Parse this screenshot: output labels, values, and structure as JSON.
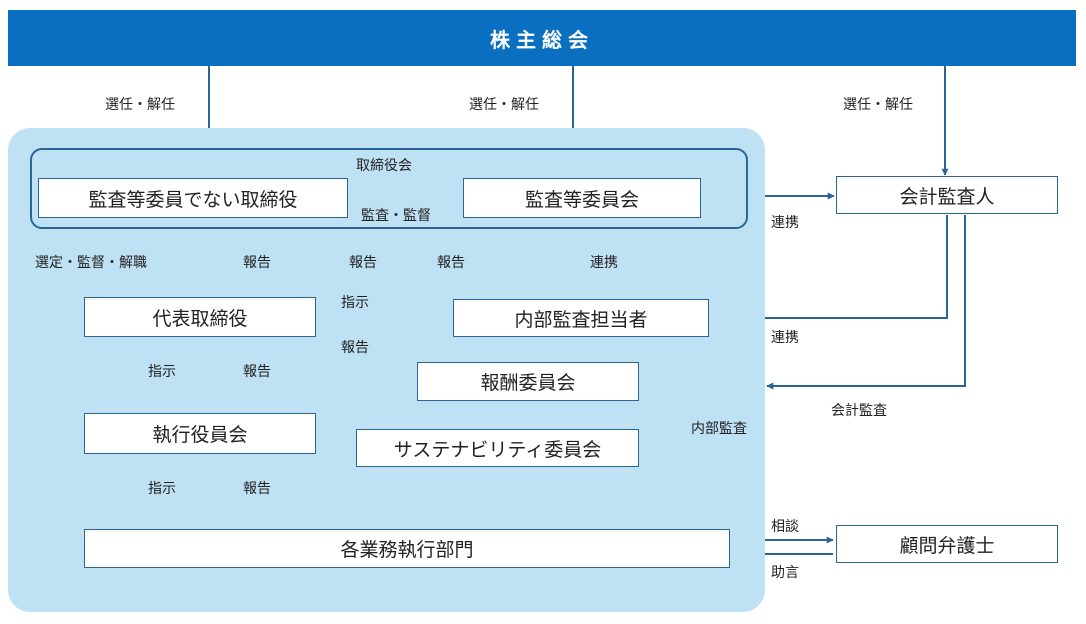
{
  "header": {
    "title": "株主総会"
  },
  "board": {
    "label": "取締役会"
  },
  "nodes": {
    "non_audit_directors": "監査等委員でない取締役",
    "audit_committee": "監査等委員会",
    "accounting_auditor": "会計監査人",
    "representative_director": "代表取締役",
    "internal_audit": "内部監査担当者",
    "compensation_committee": "報酬委員会",
    "executive_committee": "執行役員会",
    "sustainability_committee": "サステナビリティ委員会",
    "business_divisions": "各業務執行部門",
    "legal_advisor": "顧問弁護士"
  },
  "labels": {
    "elect_dismiss": "選任・解任",
    "audit_supervise": "監査・監督",
    "collaboration": "連携",
    "select_supervise_dismiss": "選定・監督・解職",
    "report": "報告",
    "instruct": "指示",
    "accounting_audit": "会計監査",
    "internal_audit_label": "内部監査",
    "consult": "相談",
    "advice": "助言"
  },
  "colors": {
    "banner": "#0a6fc0",
    "panel": "#bfe1f4",
    "line": "#2a6593"
  }
}
